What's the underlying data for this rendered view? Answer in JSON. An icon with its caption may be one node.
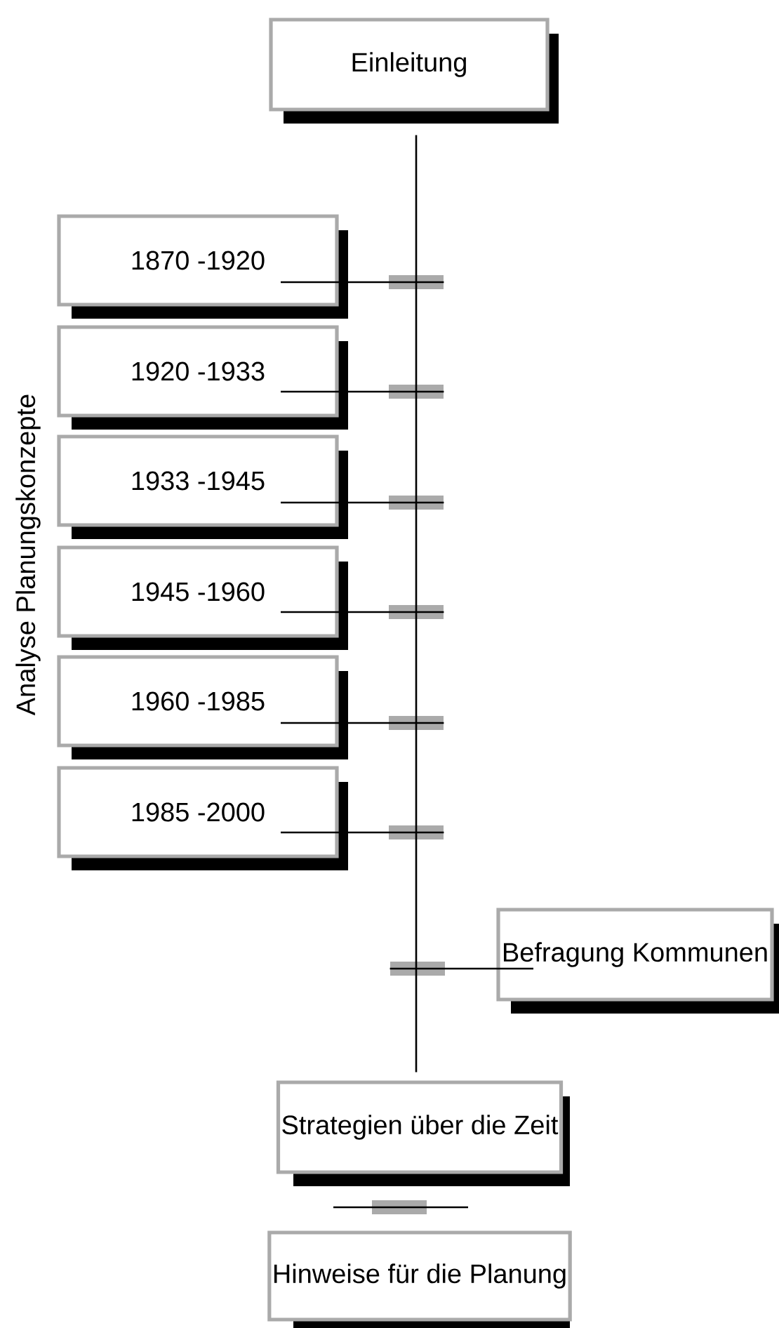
{
  "diagram": {
    "nodes": [
      {
        "text": [
          "Einleitung"
        ]
      },
      {
        "text": [
          "1870 -1920"
        ]
      },
      {
        "text": [
          "1920 -1933"
        ]
      },
      {
        "text": [
          "1933 -1945"
        ]
      },
      {
        "text": [
          "1945 -1960"
        ]
      },
      {
        "text": [
          "1960 -1985"
        ]
      },
      {
        "text": [
          "1985 -2000"
        ]
      },
      {
        "text": [
          "Befragung Kommunen"
        ]
      },
      {
        "text": [
          "Strategien über die Zeit"
        ]
      },
      {
        "text": [
          "Hinweise für die Planung"
        ]
      },
      {
        "text": [],
        "shape": "bar"
      },
      {
        "text": [],
        "shape": "bar"
      },
      {
        "text": [],
        "shape": "bar"
      },
      {
        "text": [],
        "shape": "bar"
      },
      {
        "text": [],
        "shape": "bar"
      },
      {
        "text": [],
        "shape": "bar"
      },
      {
        "text": [],
        "shape": "bar"
      },
      {
        "text": [],
        "shape": "bar"
      }
    ],
    "edges": [
      {
        "from": 0,
        "to": 8,
        "arrow": "none"
      },
      {
        "from": 1,
        "to": 10,
        "arrow": "none"
      },
      {
        "from": 2,
        "to": 11,
        "arrow": "none"
      },
      {
        "from": 3,
        "to": 12,
        "arrow": "none"
      },
      {
        "from": 4,
        "to": 13,
        "arrow": "none"
      },
      {
        "from": 5,
        "to": 14,
        "arrow": "none"
      },
      {
        "from": 6,
        "to": 15,
        "arrow": "none"
      },
      {
        "from": 7,
        "to": 16,
        "arrow": "none"
      }
    ],
    "labels": [
      "Analyse Planungskonzepte"
    ]
  }
}
